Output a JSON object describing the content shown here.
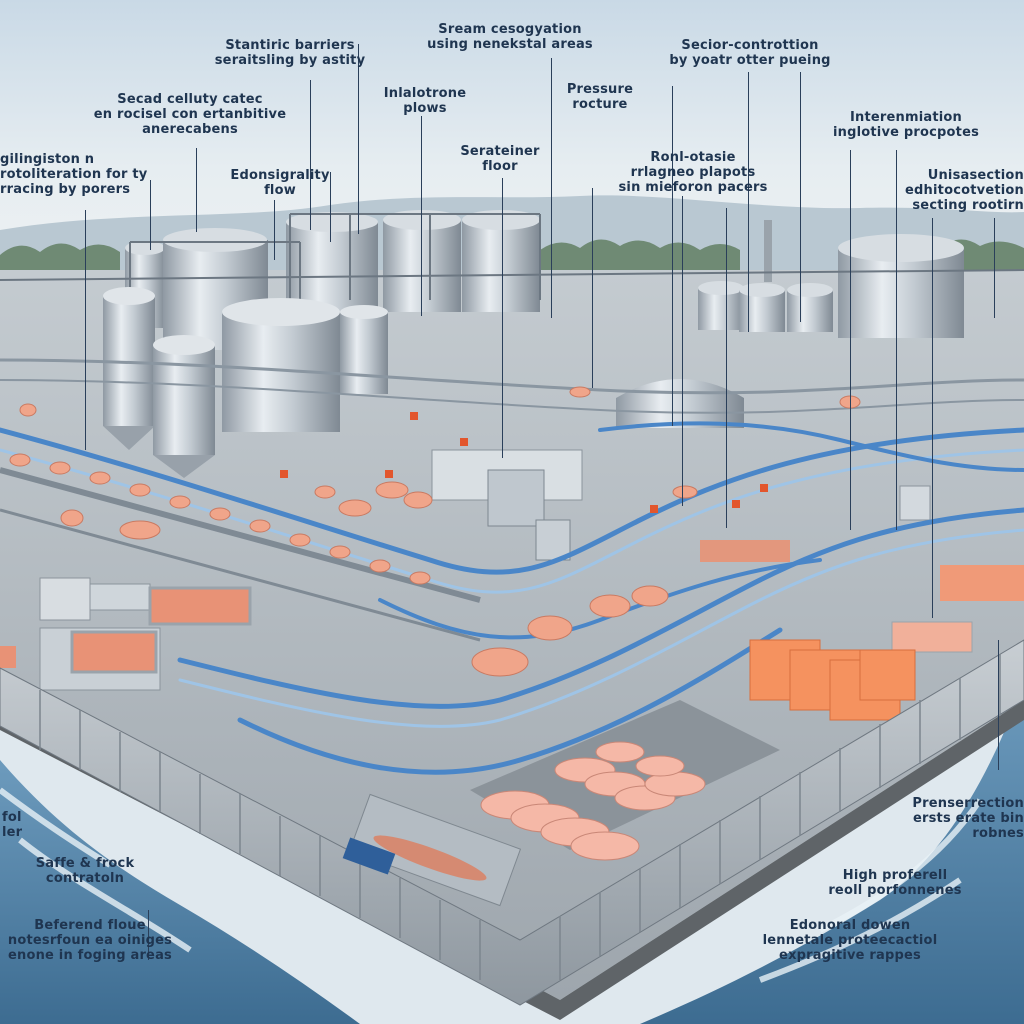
{
  "callouts": [
    {
      "id": "c1",
      "lines": [
        "Stantiric barriers",
        "seraitsling by astity"
      ]
    },
    {
      "id": "c2",
      "lines": [
        "Sream cesogyation",
        "using nenekstal areas"
      ]
    },
    {
      "id": "c3",
      "lines": [
        "Secior-controttion",
        "by yoatr otter pueing"
      ]
    },
    {
      "id": "c4",
      "lines": [
        "Secad celluty catec",
        "en rocisel con ertanbitive",
        "anerecabens"
      ]
    },
    {
      "id": "c5",
      "lines": [
        "Inlalotrone",
        "plows"
      ]
    },
    {
      "id": "c6",
      "lines": [
        "Pressure",
        "rocture"
      ]
    },
    {
      "id": "c7",
      "lines": [
        "Interenmiation",
        "inglotive procpotes"
      ]
    },
    {
      "id": "c8",
      "lines": [
        "Serateiner",
        "floor"
      ]
    },
    {
      "id": "c9",
      "lines": [
        "Ronl-otasie",
        "rrlagneo plapots",
        "sin mieforon pacers"
      ]
    },
    {
      "id": "c10",
      "lines": [
        "gilingiston n",
        "rotoliteration for ty",
        "rracing by porers"
      ]
    },
    {
      "id": "c11",
      "lines": [
        "Edonsigrality",
        "flow"
      ]
    },
    {
      "id": "c12",
      "lines": [
        "Unisasection",
        "edhitocotvetion",
        "secting rootirn"
      ]
    },
    {
      "id": "c13",
      "lines": [
        "fol",
        "ler"
      ]
    },
    {
      "id": "c14",
      "lines": [
        "Saffe & frock",
        "contratoln"
      ]
    },
    {
      "id": "c15",
      "lines": [
        "Beferend floue",
        "notesrfoun ea oiniges",
        "enone in foging areas"
      ]
    },
    {
      "id": "c16",
      "lines": [
        "Prenserrection",
        "ersts erate bin",
        "robnes"
      ]
    },
    {
      "id": "c17",
      "lines": [
        "High proferell",
        "reoll porfonnenes"
      ]
    },
    {
      "id": "c18",
      "lines": [
        "Edonoral dowen",
        "lennetale proteecactiol",
        "expragitive rappes"
      ]
    }
  ],
  "colors": {
    "sky": "#dbe6ee",
    "steel": "#b8c1c9",
    "pipe": "#4a86c8",
    "pork": "#f0a58a",
    "fence": "#9aa3ab",
    "water": "#4f7fa3",
    "label": "#1f3550"
  }
}
